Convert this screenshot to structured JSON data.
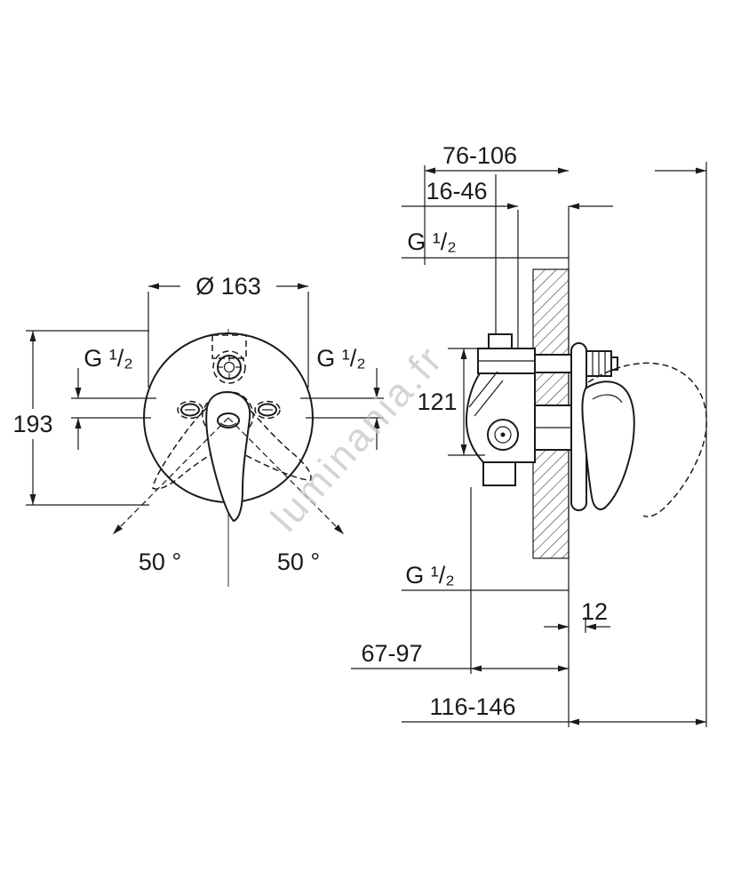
{
  "watermark": {
    "text": "luminania.fr",
    "color": "#c6c6c6"
  },
  "colors": {
    "line": "#1a1a1a",
    "background": "#ffffff"
  },
  "front_view": {
    "diameter": "Ø 163",
    "thread_left": "G ¹/₂",
    "thread_right": "G ¹/₂",
    "overall_height": "193",
    "swing_angle_left": "50 °",
    "swing_angle_right": "50 °"
  },
  "side_view": {
    "rough_in_depth": "76-106",
    "seal_depth": "16-46",
    "thread_top": "G ¹/₂",
    "body_height": "121",
    "thread_bottom": "G ¹/₂",
    "trim_clearance": "12",
    "outlet_depth": "67-97",
    "total_projection": "116-146"
  }
}
